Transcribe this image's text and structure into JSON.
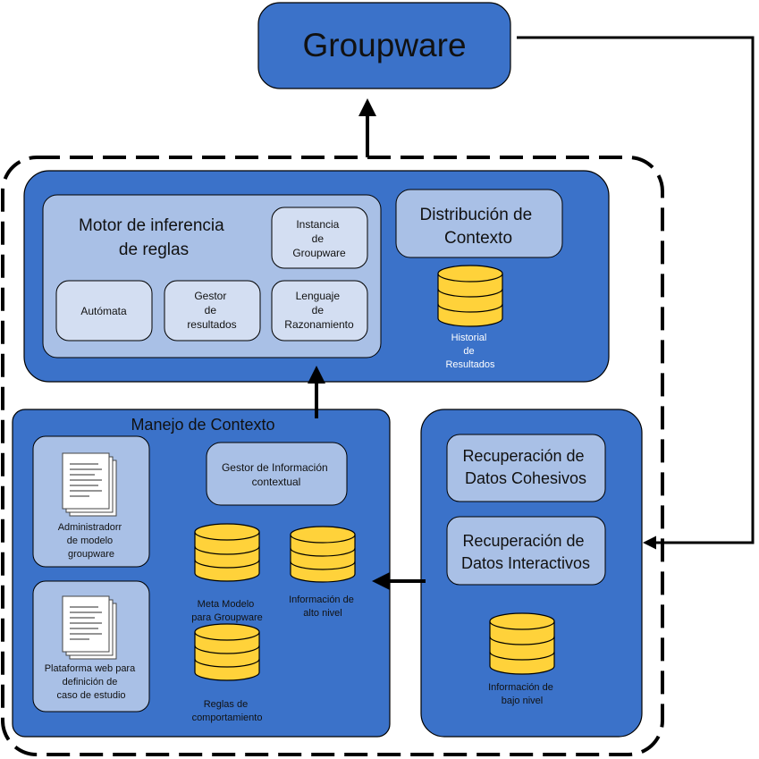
{
  "colors": {
    "dark_blue": "#3B72C9",
    "light_blue": "#A9C0E6",
    "pale_blue": "#D3DEF2",
    "cylinder_yellow": "#FFD23A",
    "stroke": "#000000"
  },
  "groupware": {
    "title": "Groupware"
  },
  "motor": {
    "title_line1": "Motor de inferencia",
    "title_line2": "de reglas",
    "instancia": [
      "Instancia",
      "de",
      "Groupware"
    ],
    "automata": "Autómata",
    "gestor": [
      "Gestor",
      "de",
      "resultados"
    ],
    "lenguaje": [
      "Lenguaje",
      "de",
      "Razonamiento"
    ]
  },
  "distribucion": {
    "title_line1": "Distribución de",
    "title_line2": "Contexto",
    "historial": [
      "Historial",
      "de",
      "Resultados"
    ]
  },
  "manejo": {
    "title": "Manejo de Contexto",
    "gestor_info": [
      "Gestor de Información",
      "contextual"
    ],
    "administrador": [
      "Administradorr",
      "de modelo",
      "groupware"
    ],
    "plataforma": [
      "Plataforma web para",
      "definición de",
      "caso de estudio"
    ],
    "meta_modelo": [
      "Meta Modelo",
      "para Groupware"
    ],
    "info_alto": [
      "Información de",
      "alto nivel"
    ],
    "reglas": [
      "Reglas de",
      "comportamiento"
    ]
  },
  "recuperacion": {
    "cohesivos": [
      "Recuperación de",
      "Datos Cohesivos"
    ],
    "interactivos": [
      "Recuperación de",
      "Datos Interactivos"
    ],
    "info_bajo": [
      "Información de",
      "bajo nivel"
    ]
  }
}
